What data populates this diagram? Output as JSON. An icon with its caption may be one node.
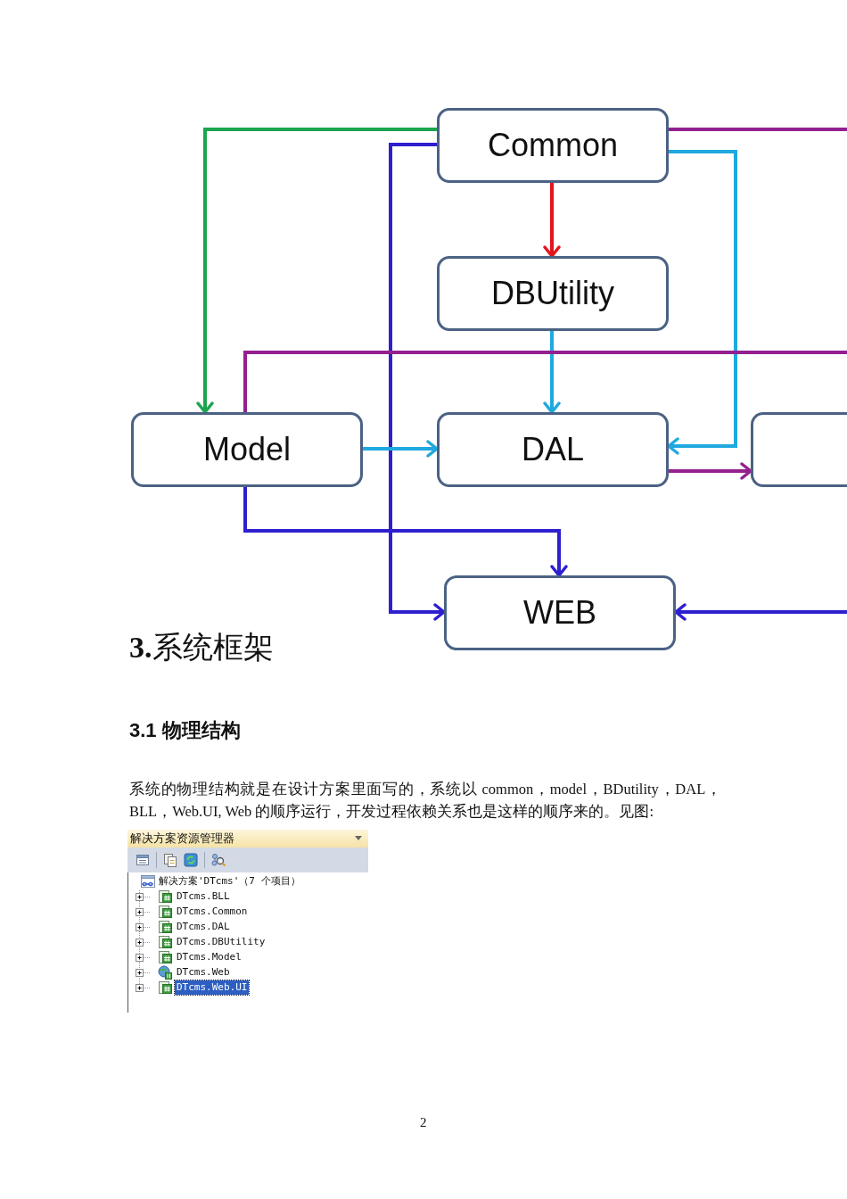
{
  "diagram": {
    "nodes": [
      {
        "text": [
          "Common"
        ]
      },
      {
        "text": [
          "DBUtility"
        ]
      },
      {
        "text": [
          "Model"
        ]
      },
      {
        "text": [
          "DAL"
        ]
      },
      {
        "text": [],
        "shape": "box"
      },
      {
        "text": [
          "WEB"
        ]
      }
    ],
    "edges": [
      {
        "from": 0,
        "to": 1,
        "arrow": "to",
        "color": "#e3141c"
      },
      {
        "from": 0,
        "to": 2,
        "arrow": "to",
        "color": "#1aa64e"
      },
      {
        "from": 0,
        "to": 5,
        "arrow": "to",
        "color": "#2e1fcf"
      },
      {
        "from": 0,
        "to": 3,
        "arrow": "to",
        "color": "#1fa9df"
      },
      {
        "from": 0,
        "to": null,
        "arrow": "none",
        "color": "#94208f"
      },
      {
        "from": 1,
        "to": 3,
        "arrow": "to",
        "color": "#1fa9df"
      },
      {
        "from": 2,
        "to": null,
        "arrow": "none",
        "color": "#94208f"
      },
      {
        "from": 2,
        "to": 3,
        "arrow": "to",
        "color": "#1fa9df"
      },
      {
        "from": 3,
        "to": 4,
        "arrow": "to",
        "color": "#94208f"
      },
      {
        "from": 2,
        "to": 5,
        "arrow": "to",
        "color": "#2e1fcf"
      },
      {
        "from": null,
        "to": 5,
        "arrow": "to",
        "color": "#2e1fcf"
      }
    ],
    "labels": [
      "**3.**系统框架",
      "3.1 物理结构",
      "系统的物理结构就是在设计方案里面写的，系统以 common，model，BDutility，DAL，BLL，Web.UI, Web 的顺序运行，开发过程依赖关系也是这样的顺序来的。见图:",
      "解决方案资源管理器",
      "解决方案'DTcms'（7 个项目）",
      "DTcms.BLL",
      "DTcms.Common",
      "DTcms.DAL",
      "DTcms.DBUtility",
      "DTcms.Model",
      "DTcms.Web",
      "DTcms.Web.UI",
      "2"
    ]
  }
}
